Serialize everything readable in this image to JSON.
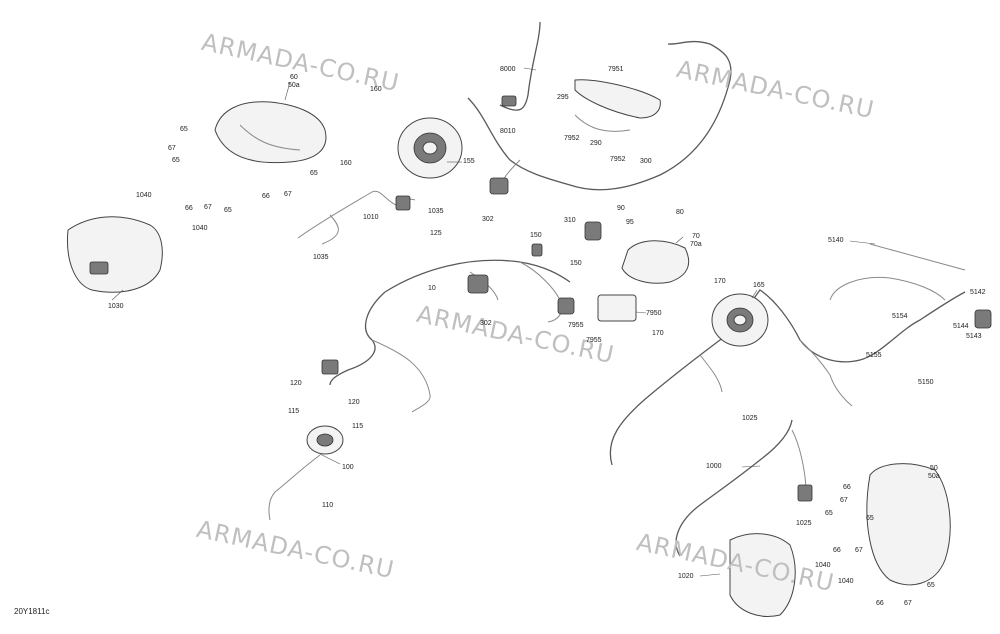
{
  "watermark": "ARMADA-CO.RU",
  "drawing_code": "20Y1811c",
  "callouts": {
    "c60": "60",
    "c60a": "50a",
    "c160a": "160",
    "c160b": "160",
    "c65a": "65",
    "c67a": "67",
    "c65b": "65",
    "c66a": "66",
    "c67b": "67",
    "c65c": "65",
    "c66b": "66",
    "c67c": "67",
    "c65d": "65",
    "c155": "155",
    "c1040a": "1040",
    "c1040b": "1040",
    "c1030": "1030",
    "c1010": "1010",
    "c1035a": "1035",
    "c1035b": "1035",
    "c8000": "8000",
    "c8010": "8010",
    "c7951": "7951",
    "c295": "295",
    "c7952a": "7952",
    "c290": "290",
    "c7952b": "7952",
    "c300": "300",
    "c90": "90",
    "c95": "95",
    "c80": "80",
    "c125": "125",
    "c302a": "302",
    "c310": "310",
    "c150a": "150",
    "c150b": "150",
    "c70": "70",
    "c70a": "70a",
    "c5140": "5140",
    "c10": "10",
    "c170a": "170",
    "c165": "165",
    "c7950": "7950",
    "c7955a": "7955",
    "c7955b": "7955",
    "c170b": "170",
    "c302b": "302",
    "c5142": "5142",
    "c5154": "5154",
    "c5144": "5144",
    "c5143": "5143",
    "c5155": "5155",
    "c5150": "5150",
    "c120a": "120",
    "c120b": "120",
    "c115a": "115",
    "c115b": "115",
    "c100": "100",
    "c110": "110",
    "c1025a": "1025",
    "c1000": "1000",
    "c1025b": "1025",
    "c50": "50",
    "c50a": "50a",
    "c66c": "66",
    "c67d": "67",
    "c65e": "65",
    "c65f": "65",
    "c66d": "66",
    "c67e": "67",
    "c1040c": "1040",
    "c1040d": "1040",
    "c1020": "1020",
    "c65g": "65",
    "c66e": "66",
    "c67f": "67"
  }
}
